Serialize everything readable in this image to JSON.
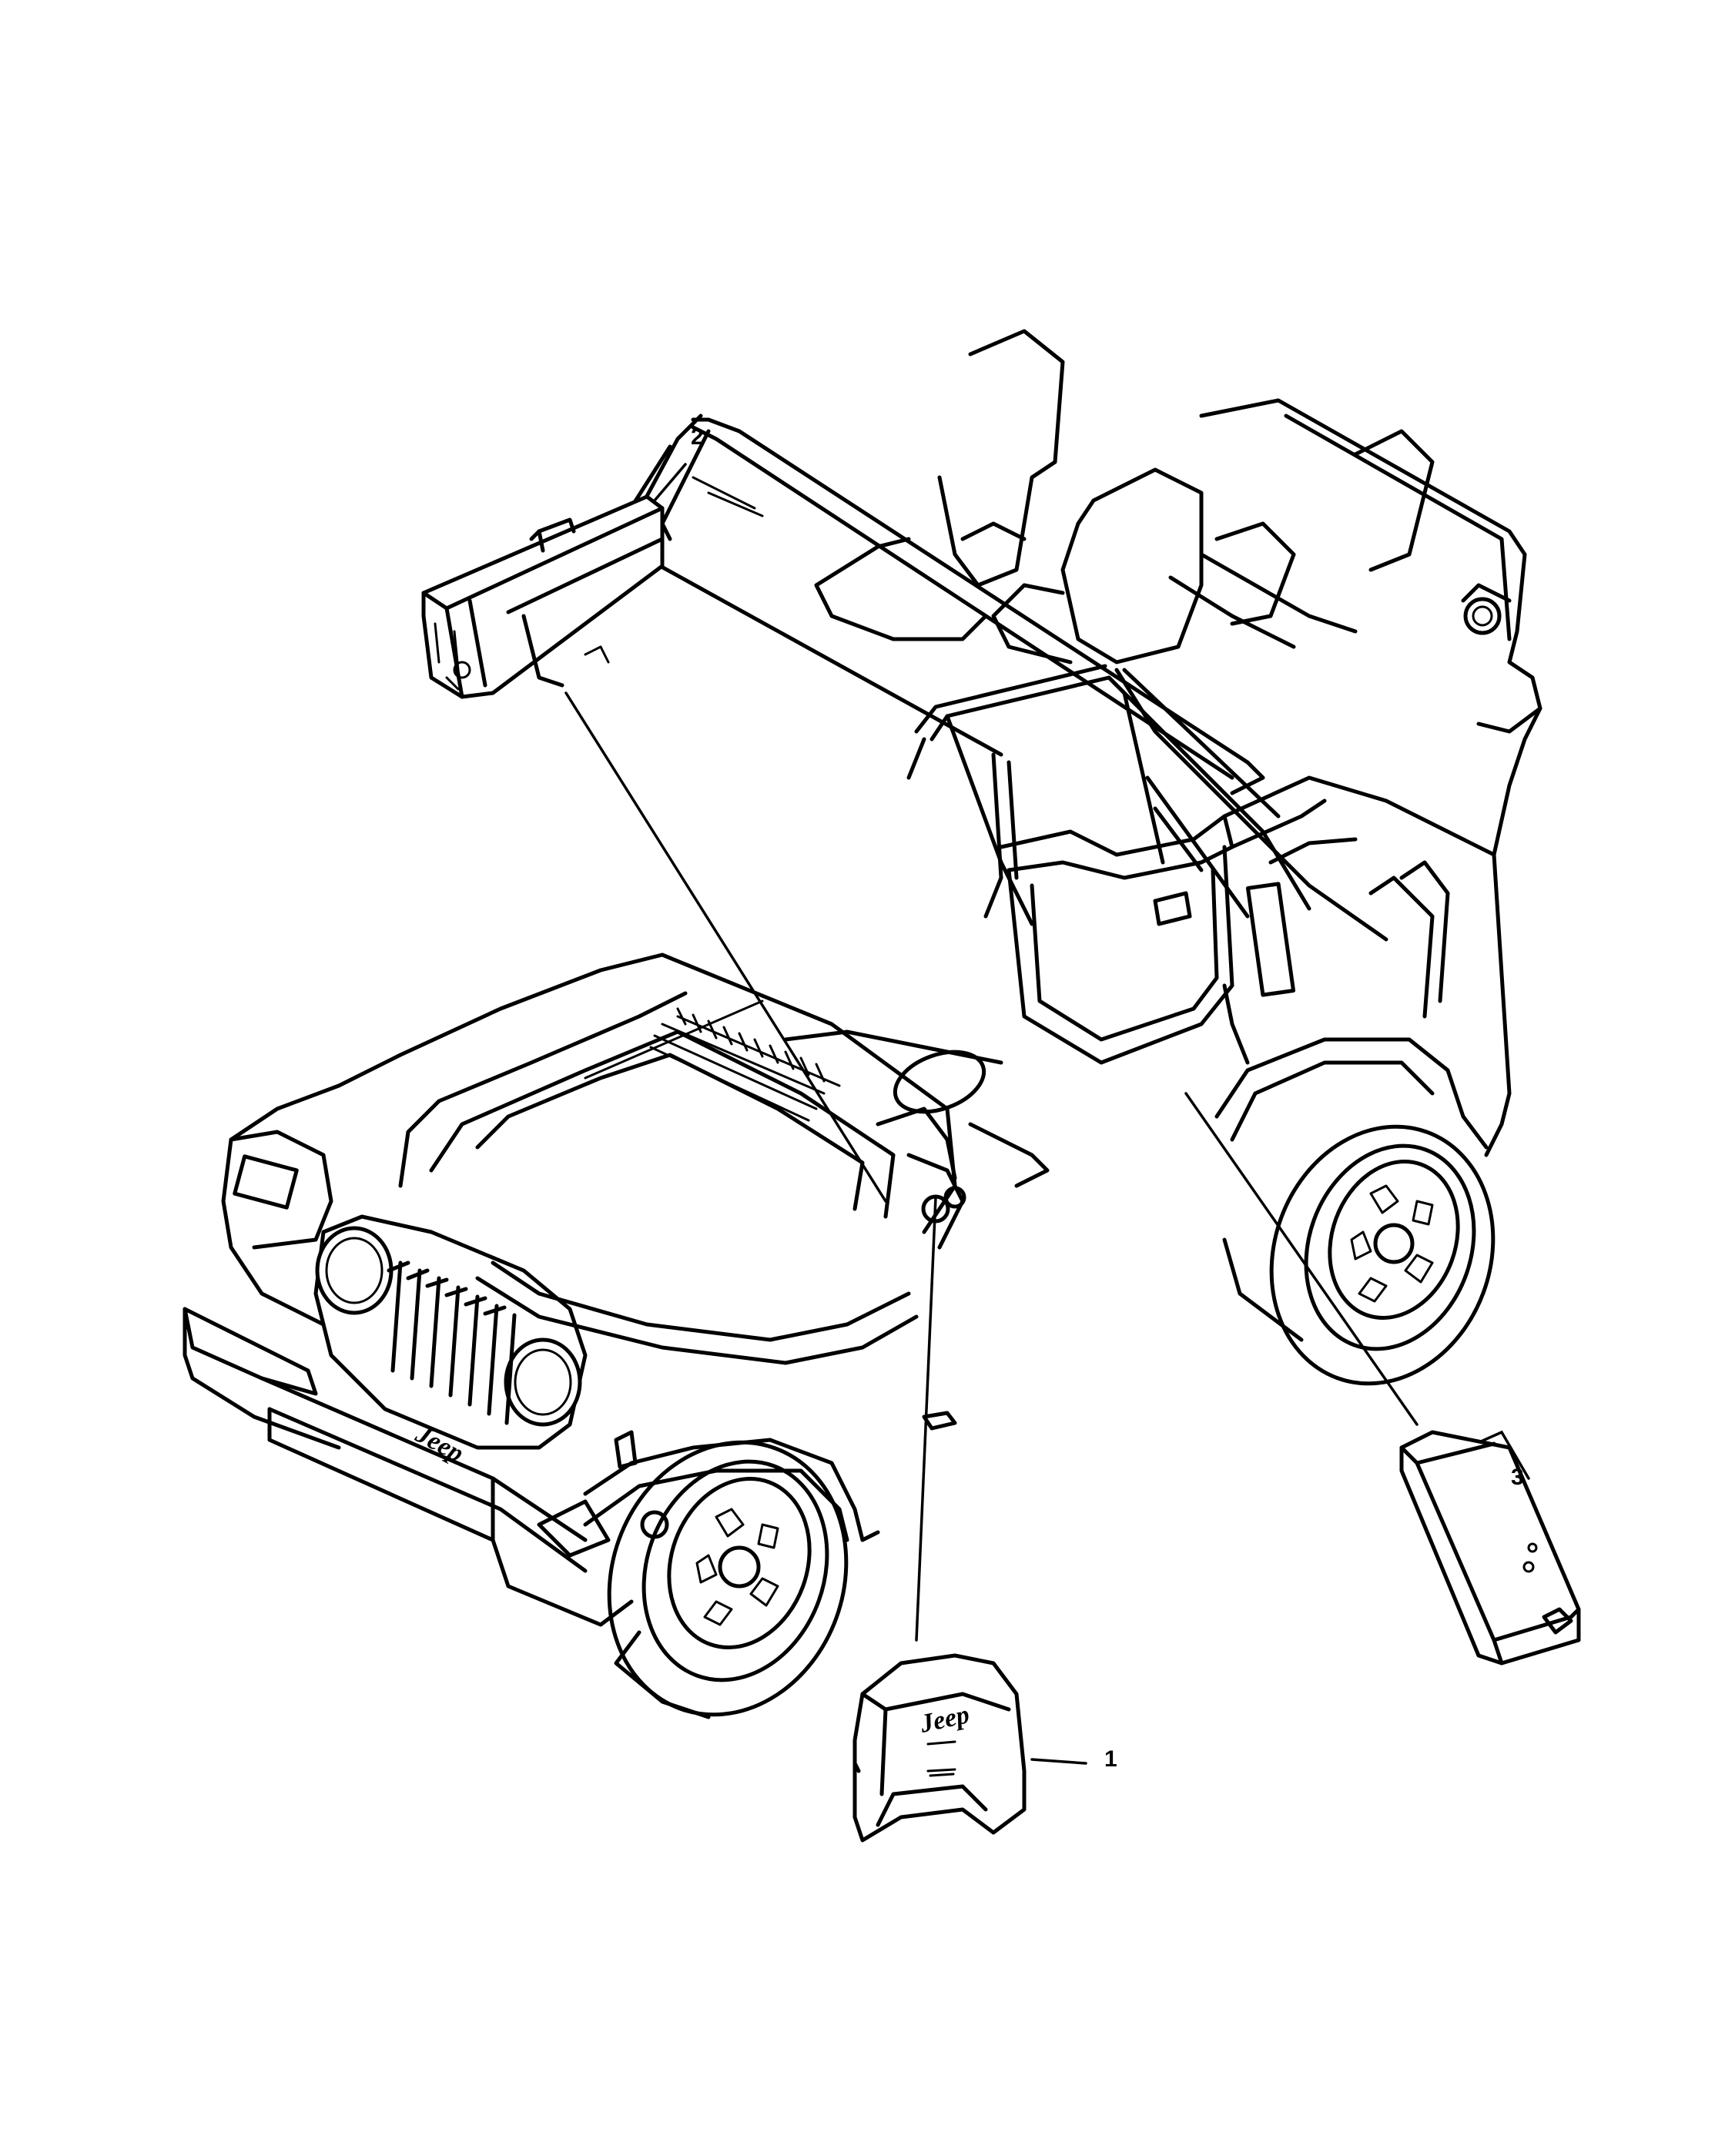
{
  "callouts": [
    {
      "number": "1"
    },
    {
      "number": "2"
    },
    {
      "number": "3"
    }
  ],
  "logos": {
    "grille_badge": "Jeep",
    "steering_module_badge": "Jeep"
  },
  "icons": {
    "vehicle": "jeep-wrangler-line-drawing",
    "part_1": "driver-airbag-module-icon",
    "part_2": "passenger-airbag-module-icon",
    "part_3": "occupant-restraint-controller-icon"
  },
  "colors": {
    "line": "#000000",
    "background": "#ffffff"
  }
}
